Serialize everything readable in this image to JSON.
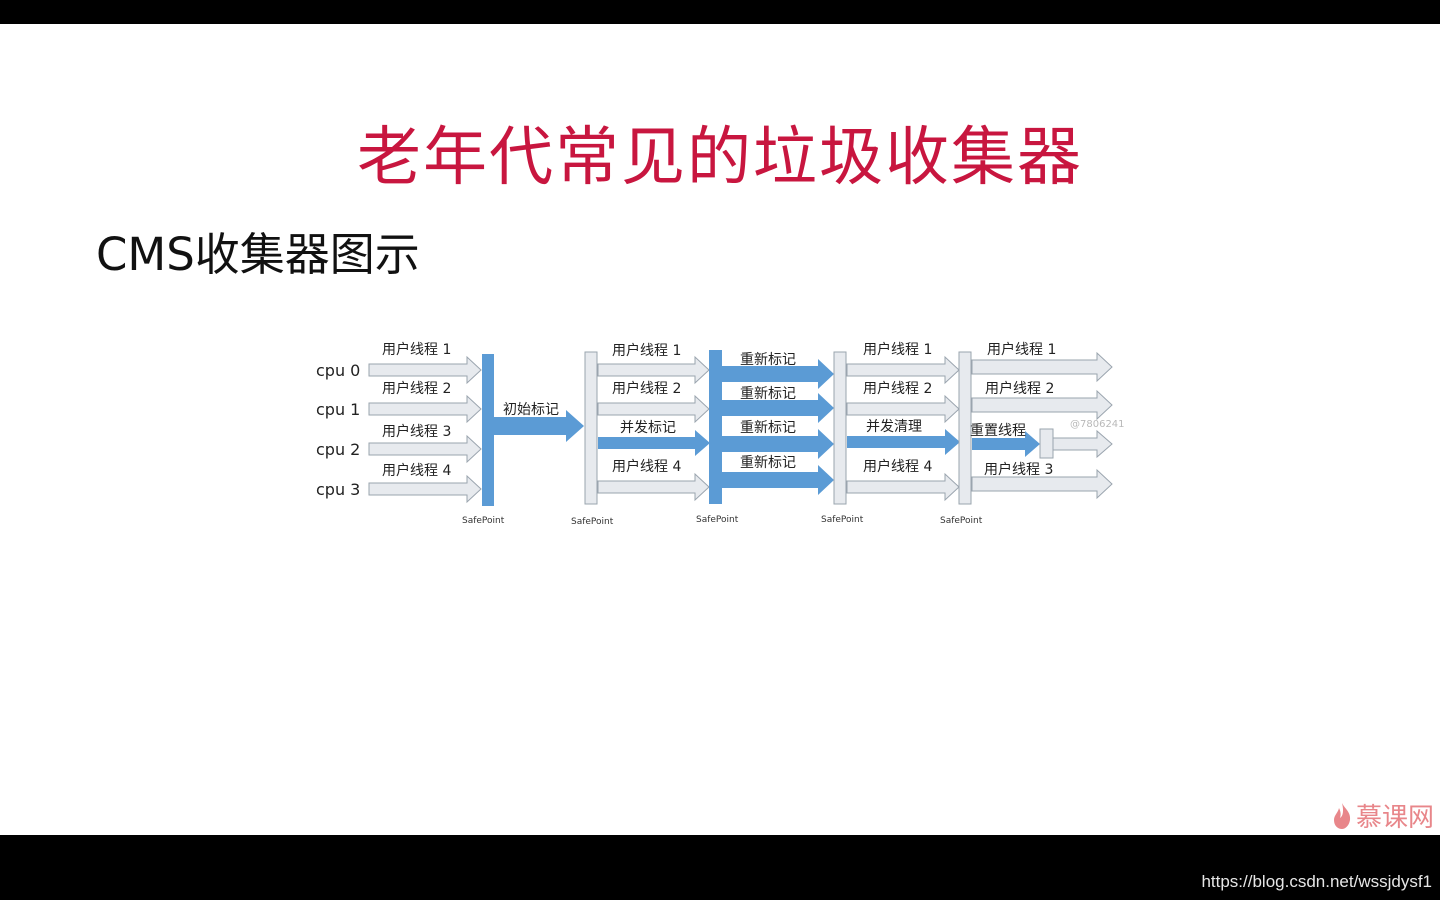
{
  "slide": {
    "title": "老年代常见的垃圾收集器",
    "subtitle": "CMS收集器图示"
  },
  "diagram": {
    "cpus": [
      "cpu 0",
      "cpu 1",
      "cpu 2",
      "cpu 3"
    ],
    "stage1_threads": [
      "用户线程 1",
      "用户线程 2",
      "用户线程 3",
      "用户线程 4"
    ],
    "initial_mark": "初始标记",
    "stage2_threads": [
      "用户线程 1",
      "用户线程 2",
      "并发标记",
      "用户线程 4"
    ],
    "remark": [
      "重新标记",
      "重新标记",
      "重新标记",
      "重新标记"
    ],
    "stage4_threads": [
      "用户线程 1",
      "用户线程 2",
      "并发清理",
      "用户线程 4"
    ],
    "stage5_threads": [
      "用户线程 1",
      "用户线程 2",
      "重置线程",
      "用户线程 3"
    ],
    "safepoint_label": "SafePoint",
    "watermark": "@7806241"
  },
  "branding": {
    "logo_text": "慕课网",
    "url": "https://blog.csdn.net/wssjdysf1"
  },
  "colors": {
    "title": "#c8163f",
    "blue": "#5b9bd5",
    "gray_fill": "#e7eaee",
    "gray_stroke": "#9aa4ae"
  }
}
